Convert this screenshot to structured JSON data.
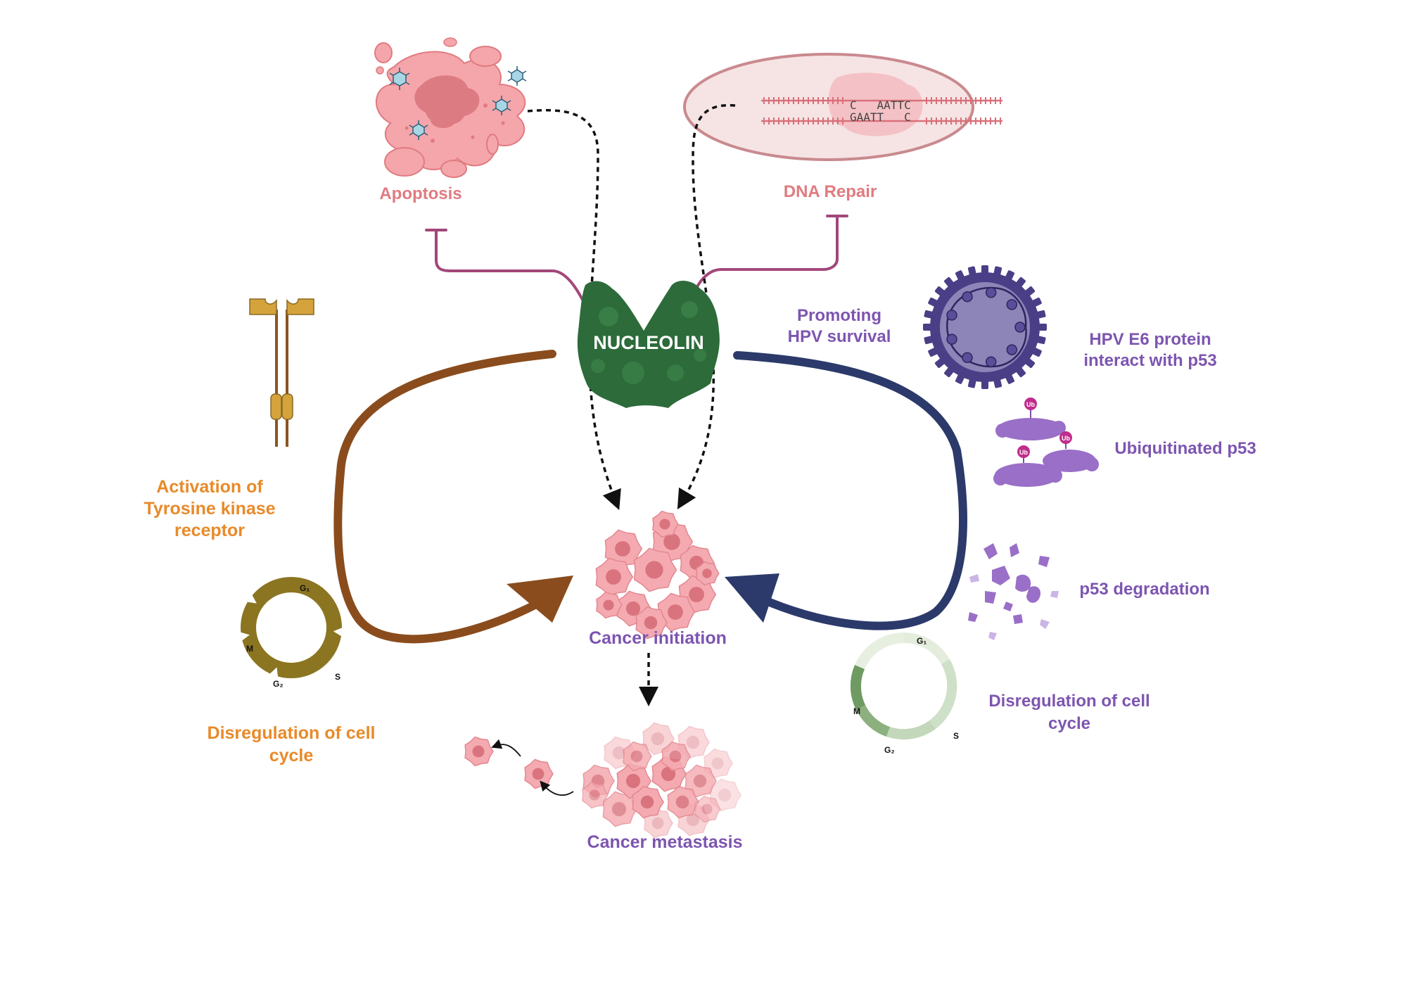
{
  "colors": {
    "pink_label": "#e07b80",
    "orange_label": "#e88a2a",
    "purple_label": "#7d55b0",
    "inhibit_line": "#a2477a",
    "brown_arrow": "#8a4c1d",
    "navy_arrow": "#2b3a6a",
    "nucleolin": "#2d6b3a",
    "cancer_cell": "#f2a3aa",
    "cell_cycle_olive": "#8b7521",
    "cell_cycle_green": "#8fb384",
    "dashed": "#111111"
  },
  "labels": {
    "nucleolin": "NUCLEOLIN",
    "apoptosis": "Apoptosis",
    "dna_repair": "DNA Repair",
    "promoting_line1": "Promoting",
    "promoting_line2": "HPV survival",
    "hpv_line1": "HPV E6 protein",
    "hpv_line2": "interact with p53",
    "ubiquitinated": "Ubiquitinated p53",
    "p53_degradation": "p53 degradation",
    "disreg_right_line1": "Disregulation of cell",
    "disreg_right_line2": "cycle",
    "activation_line1": "Activation of",
    "activation_line2": "Tyrosine kinase",
    "activation_line3": "receptor",
    "disreg_left_line1": "Disregulation of cell",
    "disreg_left_line2": "cycle",
    "cancer_initiation": "Cancer initiation",
    "cancer_metastasis": "Cancer metastasis"
  },
  "dna": {
    "top_seq": "C   AATTC",
    "bottom_seq": "GAATT   C"
  },
  "ub": "Ub",
  "cell_cycle_left": {
    "g1": "G₁",
    "s": "S",
    "g2": "G₂",
    "m": "M"
  },
  "cell_cycle_right": {
    "g1": "G₁",
    "s": "S",
    "g2": "G₂",
    "m": "M"
  }
}
